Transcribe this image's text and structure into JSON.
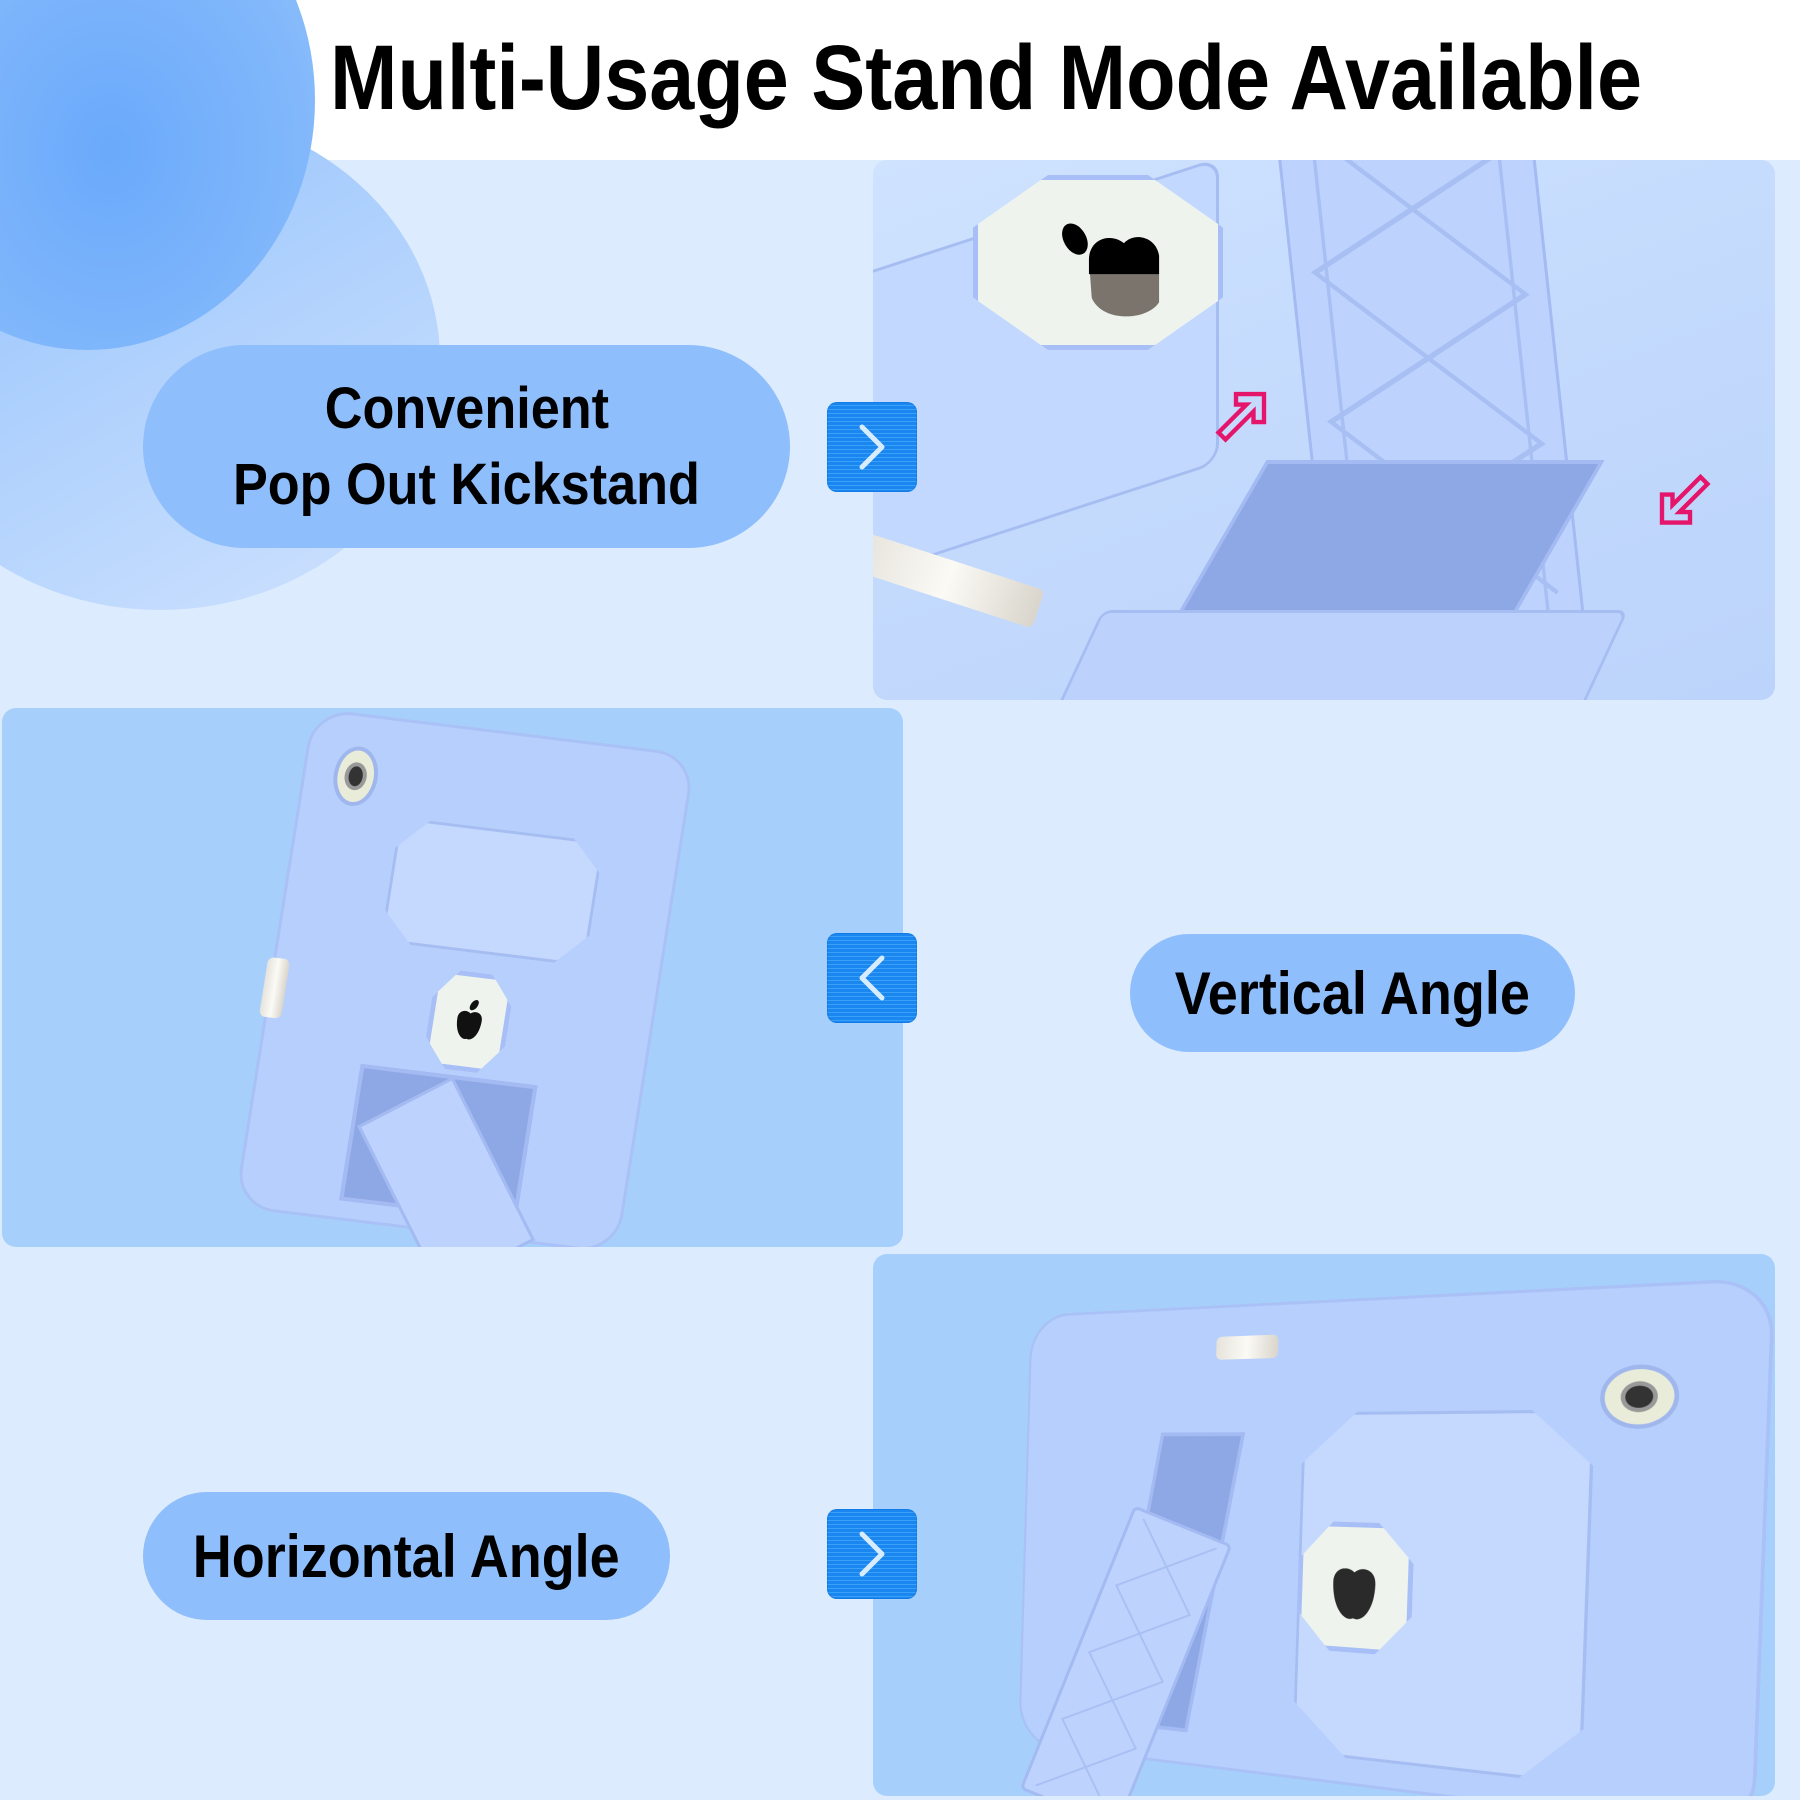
{
  "header": {
    "title": "Multi-Usage Stand Mode Available"
  },
  "sections": [
    {
      "label_lines": [
        "Convenient",
        "Pop Out Kickstand"
      ],
      "nav_icon": "chevron-right-icon",
      "image": "kickstand-closeup-photo",
      "annotation_icons": [
        "pink-arrow-up-right-icon",
        "pink-arrow-down-left-icon"
      ]
    },
    {
      "label_lines": [
        "Vertical Angle"
      ],
      "nav_icon": "chevron-left-icon",
      "image": "tablet-case-vertical-stand-photo"
    },
    {
      "label_lines": [
        "Horizontal Angle"
      ],
      "nav_icon": "chevron-right-icon",
      "image": "tablet-case-horizontal-stand-photo"
    }
  ],
  "colors": {
    "background": "#dcebfd",
    "pill": "#8fbefc",
    "nav_button": "#1a86f0",
    "case": "#b7cffd",
    "annotation_arrow": "#e4156b",
    "title_text": "#000000"
  }
}
